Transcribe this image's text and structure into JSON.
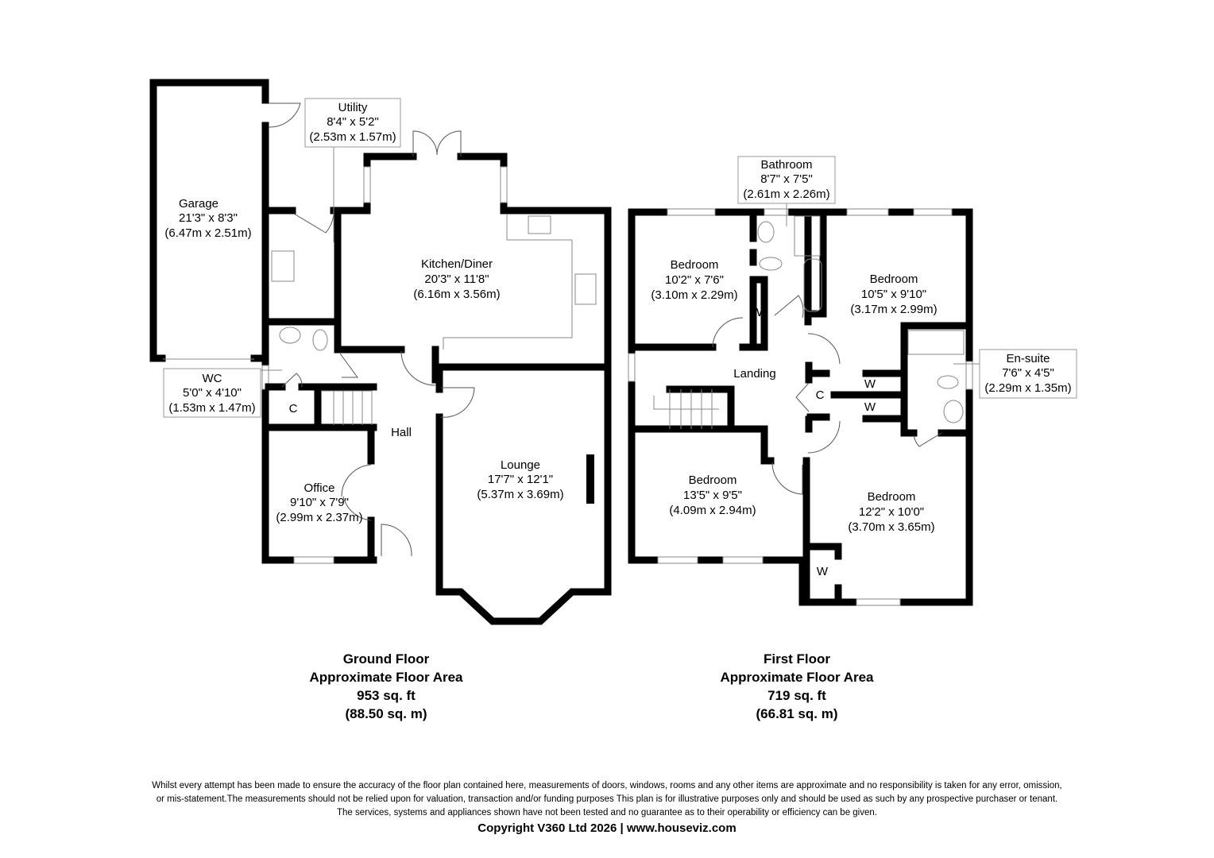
{
  "ground_floor": {
    "rooms": {
      "garage": {
        "name": "Garage",
        "imperial": "21'3\" x 8'3\"",
        "metric": "(6.47m x 2.51m)"
      },
      "utility": {
        "name": "Utility",
        "imperial": "8'4\" x 5'2\"",
        "metric": "(2.53m x 1.57m)"
      },
      "kitchen": {
        "name": "Kitchen/Diner",
        "imperial": "20'3\" x 11'8\"",
        "metric": "(6.16m x 3.56m)"
      },
      "wc": {
        "name": "WC",
        "imperial": "5'0\" x 4'10\"",
        "metric": "(1.53m x 1.47m)"
      },
      "cupboard": {
        "name": "C"
      },
      "hall": {
        "name": "Hall"
      },
      "office": {
        "name": "Office",
        "imperial": "9'10\" x 7'9\"",
        "metric": "(2.99m x 2.37m)"
      },
      "lounge": {
        "name": "Lounge",
        "imperial": "17'7\" x 12'1\"",
        "metric": "(5.37m x 3.69m)"
      }
    },
    "summary": {
      "title": "Ground Floor",
      "subtitle": "Approximate Floor Area",
      "sqft": "953 sq. ft",
      "sqm": "(88.50 sq. m)"
    }
  },
  "first_floor": {
    "rooms": {
      "bathroom": {
        "name": "Bathroom",
        "imperial": "8'7\" x 7'5\"",
        "metric": "(2.61m x 2.26m)"
      },
      "bedroom1": {
        "name": "Bedroom",
        "imperial": "10'2\" x 7'6\"",
        "metric": "(3.10m x 2.29m)"
      },
      "bedroom2": {
        "name": "Bedroom",
        "imperial": "10'5\" x 9'10\"",
        "metric": "(3.17m x 2.99m)"
      },
      "ensuite": {
        "name": "En-suite",
        "imperial": "7'6\" x 4'5\"",
        "metric": "(2.29m x 1.35m)"
      },
      "landing": {
        "name": "Landing"
      },
      "cupboard": {
        "name": "C"
      },
      "wardrobe1": {
        "name": "W"
      },
      "wardrobe2": {
        "name": "W"
      },
      "wardrobe3": {
        "name": "W"
      },
      "wardrobe4": {
        "name": "W"
      },
      "bedroom3": {
        "name": "Bedroom",
        "imperial": "13'5\" x 9'5\"",
        "metric": "(4.09m x 2.94m)"
      },
      "bedroom4": {
        "name": "Bedroom",
        "imperial": "12'2\" x 10'0\"",
        "metric": "(3.70m x 3.65m)"
      }
    },
    "summary": {
      "title": "First Floor",
      "subtitle": "Approximate Floor Area",
      "sqft": "719 sq. ft",
      "sqm": "(66.81 sq. m)"
    }
  },
  "disclaimer": {
    "line1": "Whilst every attempt has been made to ensure the accuracy of the floor plan contained here, measurements of doors, windows, rooms and any other items are approximate and no responsibility is taken for any error, omission,",
    "line2": "or mis-statement.The measurements should not be relied upon for valuation, transaction and/or funding purposes This plan is for illustrative purposes only and should be used as such by any prospective purchaser or tenant.",
    "line3": "The services, systems and appliances shown have not been tested and no guarantee as to their operability or efficiency can be given.",
    "copyright": "Copyright V360 Ltd 2026 | www.houseviz.com"
  }
}
